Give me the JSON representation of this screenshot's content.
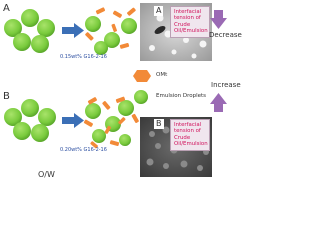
{
  "panel_a": {
    "label": "A",
    "concentration": "0.15wt% G16-2-16",
    "micrograph_tag": "A",
    "box_text": "Interfacial tension of Crude Oil/Emulsion",
    "trend": "Decrease"
  },
  "panel_b": {
    "label": "B",
    "concentration": "0.20wt% G16-2-16",
    "micrograph_tag": "B",
    "box_text": "Interfacial tension of Crude Oil/Emulsion",
    "trend": "Increase"
  },
  "legend": {
    "omt": "OMt",
    "droplets": "Emulsion Droplets"
  },
  "emulsion_type": "O/W",
  "colors": {
    "droplet": "#7acb3d",
    "omt": "#f28a38",
    "arrow_blue": "#3b6fb6",
    "arrow_purple": "#9a6ab4",
    "box_text": "#d0105a"
  }
}
